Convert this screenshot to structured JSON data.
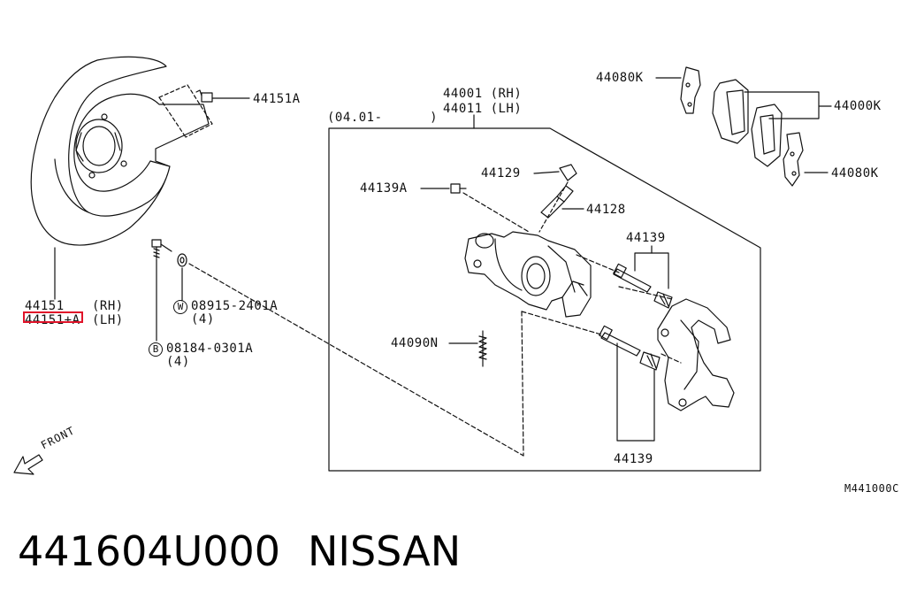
{
  "diagram": {
    "labels": {
      "p44151A": "44151A",
      "p44151": "44151",
      "rh1": "(RH)",
      "p44151A_lh": "44151+A",
      "lh1": "(LH)",
      "p08915": "08915-2401A",
      "qty4a": "(4)",
      "p08184": "08184-0301A",
      "qty4b": "(4)",
      "p44001": "44001 (RH)",
      "p44011": "44011 (LH)",
      "date": "(04.01-      )",
      "p44129": "44129",
      "p44139A": "44139A",
      "p44128": "44128",
      "p44139top": "44139",
      "p44090N": "44090N",
      "p44139bot": "44139",
      "p44080Ktop": "44080K",
      "p44000K": "44000K",
      "p44080Kbot": "44080K",
      "circleW": "W",
      "circleB": "B",
      "front": "FRONT",
      "code": "M441000C"
    },
    "highlighted_part": "44151+A",
    "highlight_color": "#e0142a"
  },
  "footer": {
    "part_number": "441604U000",
    "brand": "NISSAN"
  }
}
